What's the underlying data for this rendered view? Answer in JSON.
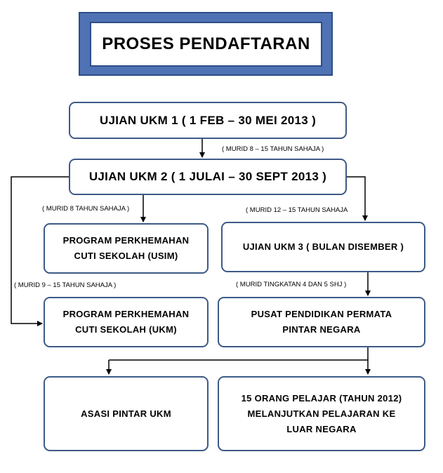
{
  "title": "PROSES PENDAFTARAN",
  "boxes": {
    "ukm1": "UJIAN UKM 1 ( 1 FEB – 30 MEI 2013 )",
    "ukm2": "UJIAN UKM 2 ( 1 JULAI  – 30 SEPT 2013 )",
    "usim": "PROGRAM PERKHEMAHAN\nCUTI SEKOLAH (USIM)",
    "ukm3": "UJIAN UKM 3 ( BULAN DISEMBER )",
    "ukm_camp": "PROGRAM PERKHEMAHAN\nCUTI SEKOLAH (UKM)",
    "permata": "PUSAT PENDIDIKAN PERMATA\nPINTAR NEGARA",
    "asasi": "ASASI PINTAR UKM",
    "overseas": "15 ORANG PELAJAR (TAHUN 2012)\nMELANJUTKAN PELAJARAN KE\nLUAR NEGARA"
  },
  "notes": {
    "age_8_15": "( MURID 8 – 15 TAHUN SAHAJA )",
    "age_8": "( MURID 8 TAHUN SAHAJA )",
    "age_12_15": "( MURID 12 – 15 TAHUN SAHAJA",
    "age_9_15": "( MURID 9 – 15 TAHUN SAHAJA )",
    "form_4_5": "( MURID TINGKATAN 4 DAN 5 SHJ )"
  },
  "colors": {
    "title_border": "#4f72b5",
    "box_border": "#3d5a86",
    "connector": "#000000"
  }
}
